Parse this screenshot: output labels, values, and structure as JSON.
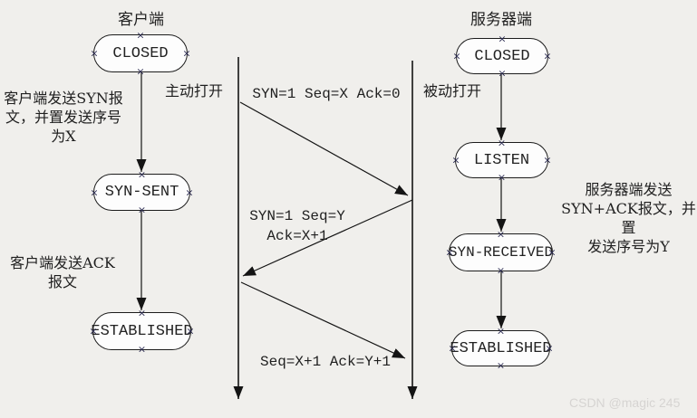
{
  "icons": {
    "connection_point": "×"
  },
  "diagram": {
    "client": {
      "title": "客户端",
      "states": [
        {
          "label": "CLOSED"
        },
        {
          "label": "SYN-SENT"
        },
        {
          "label": "ESTABLISHED"
        }
      ],
      "open_label": "主动打开",
      "syn_note": "客户端发送SYN报\n文，并置发送序号\n为X",
      "ack_note": "客户端发送ACK\n报文"
    },
    "server": {
      "title": "服务器端",
      "states": [
        {
          "label": "CLOSED"
        },
        {
          "label": "LISTEN"
        },
        {
          "label": "SYN-RECEIVED"
        },
        {
          "label": "ESTABLISHED"
        }
      ],
      "open_label": "被动打开",
      "synack_note": "服务器端发送\nSYN+ACK报文，并置\n发送序号为Y"
    },
    "messages": [
      {
        "label": "SYN=1 Seq=X Ack=0"
      },
      {
        "label": "SYN=1 Seq=Y\nAck=X+1"
      },
      {
        "label": "Seq=X+1 Ack=Y+1"
      }
    ],
    "colors": {
      "background": "#f0efec",
      "line": "#141414",
      "node_fill": "#fdfdfd",
      "watermark": "#d6d4d2"
    }
  },
  "watermark": "CSDN @magic 245"
}
